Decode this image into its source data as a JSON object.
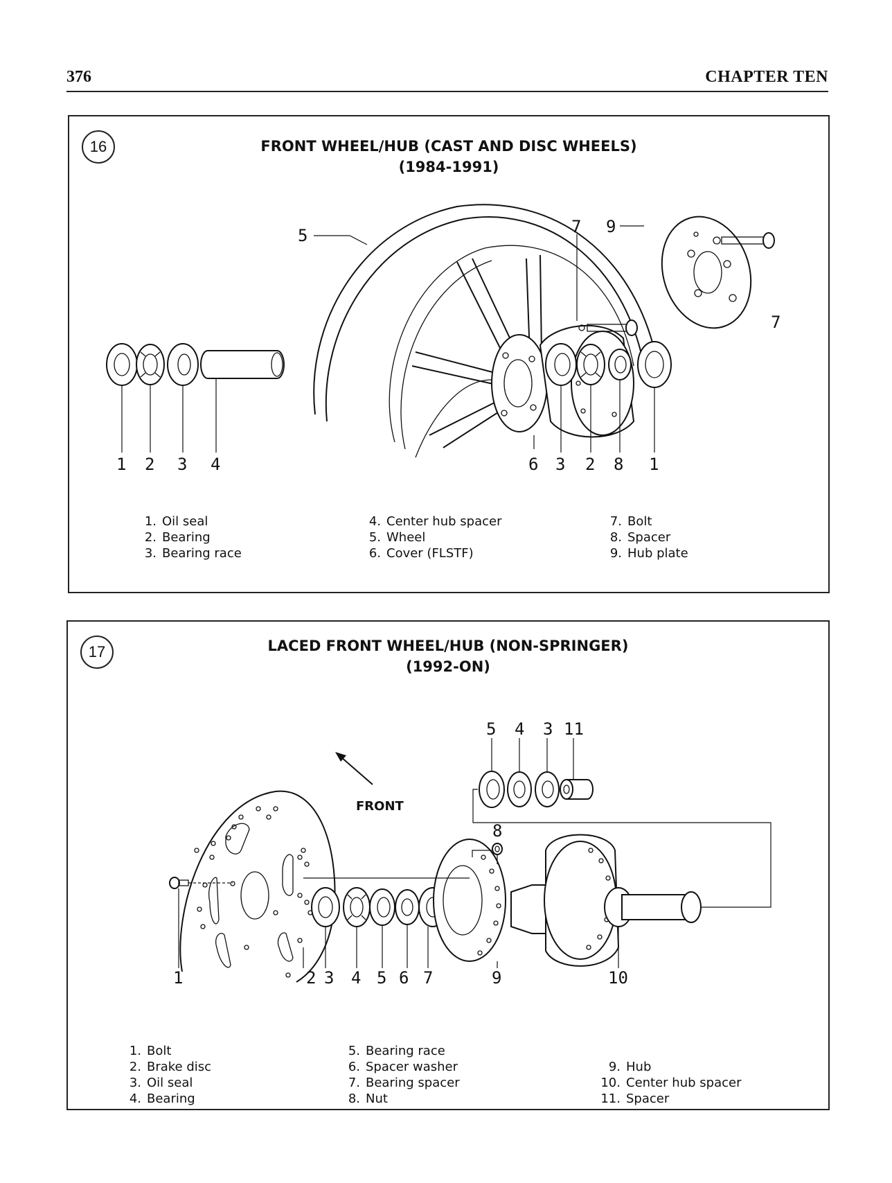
{
  "header": {
    "page_number": "376",
    "chapter": "CHAPTER TEN"
  },
  "figure16": {
    "number": "16",
    "title_line1": "FRONT WHEEL/HUB (CAST AND DISC WHEELS)",
    "title_line2": "(1984-1991)",
    "callouts": {
      "c1a": "1",
      "c2a": "2",
      "c3a": "3",
      "c4": "4",
      "c5": "5",
      "c6": "6",
      "c3b": "3",
      "c2b": "2",
      "c8": "8",
      "c1b": "1",
      "c7a": "7",
      "c9": "9",
      "c7b": "7"
    },
    "legend": [
      {
        "num": "1.",
        "label": "Oil seal"
      },
      {
        "num": "2.",
        "label": "Bearing"
      },
      {
        "num": "3.",
        "label": "Bearing race"
      },
      {
        "num": "4.",
        "label": "Center hub spacer"
      },
      {
        "num": "5.",
        "label": "Wheel"
      },
      {
        "num": "6.",
        "label": "Cover (FLSTF)"
      },
      {
        "num": "7.",
        "label": "Bolt"
      },
      {
        "num": "8.",
        "label": "Spacer"
      },
      {
        "num": "9.",
        "label": "Hub plate"
      }
    ]
  },
  "figure17": {
    "number": "17",
    "title_line1": "LACED FRONT WHEEL/HUB (NON-SPRINGER)",
    "title_line2": "(1992-ON)",
    "front_label": "FRONT",
    "callouts": {
      "c1": "1",
      "c2": "2",
      "c3": "3",
      "c4": "4",
      "c5": "5",
      "c6": "6",
      "c7": "7",
      "c8": "8",
      "c9": "9",
      "c10": "10",
      "t5": "5",
      "t4": "4",
      "t3": "3",
      "t11": "11"
    },
    "legend": [
      {
        "num": "1.",
        "label": "Bolt"
      },
      {
        "num": "2.",
        "label": "Brake disc"
      },
      {
        "num": "3.",
        "label": "Oil seal"
      },
      {
        "num": "4.",
        "label": "Bearing"
      },
      {
        "num": "5.",
        "label": "Bearing race"
      },
      {
        "num": "6.",
        "label": "Spacer washer"
      },
      {
        "num": "7.",
        "label": "Bearing spacer"
      },
      {
        "num": "8.",
        "label": "Nut"
      },
      {
        "num": "9.",
        "label": "Hub"
      },
      {
        "num": "10.",
        "label": "Center hub spacer"
      },
      {
        "num": "11.",
        "label": "Spacer"
      }
    ]
  }
}
